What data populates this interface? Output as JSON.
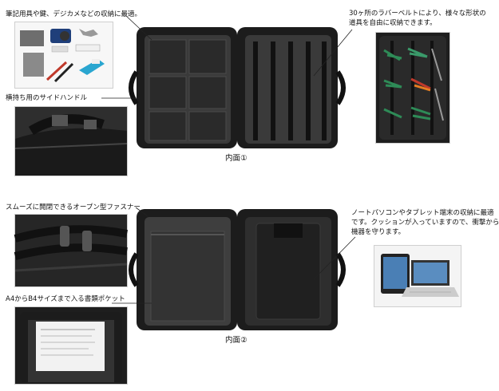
{
  "section1": {
    "caption_top_left": "筆記用具や鍵、デジカメなどの収納に最適。",
    "caption_top_right_line1": "30ヶ所のラバーベルトにより、様々な形状の",
    "caption_top_right_line2": "道具を自由に収納できます。",
    "caption_mid_left": "横持ち用のサイドハンドル",
    "page_label": "内面①"
  },
  "section2": {
    "caption_top_left": "スムーズに開閉できるオープン型ファスナー",
    "caption_top_right_line1": "ノートパソコンやタブレット端末の収納に最適",
    "caption_top_right_line2": "です。クッションが入っていますので、衝撃から",
    "caption_top_right_line3": "機器を守ります。",
    "caption_mid_left": "A4からB4サイズまで入る書類ポケット",
    "page_label": "内面②"
  },
  "colors": {
    "bag_black": "#1c1c1c",
    "lining": "#3a3a3a",
    "leader_line": "#222222"
  }
}
